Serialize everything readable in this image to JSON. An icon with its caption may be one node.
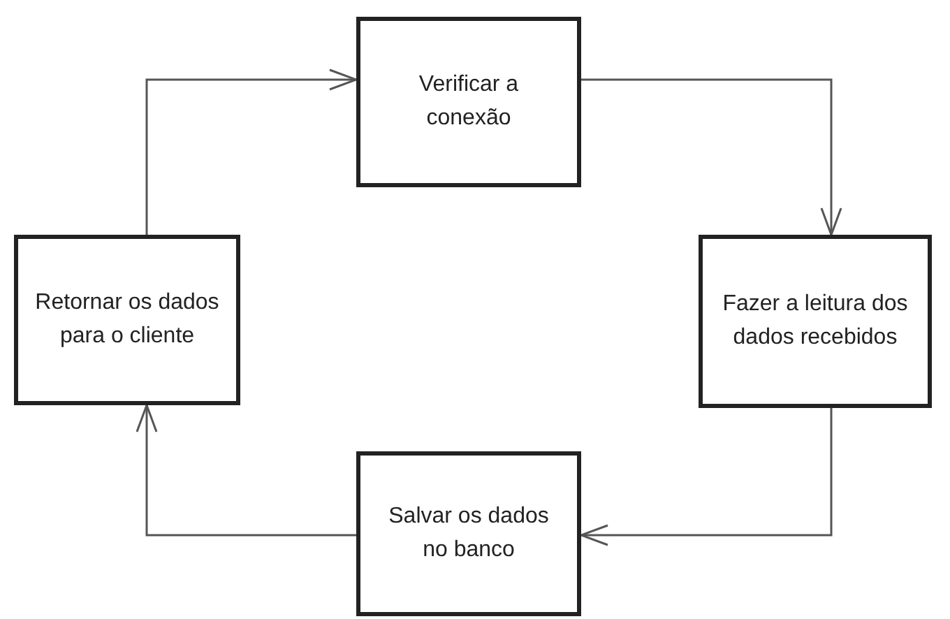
{
  "diagram": {
    "nodes": [
      {
        "text": [
          "Verificar a conexão"
        ]
      },
      {
        "text": [
          "Fazer a leitura dos dados recebidos"
        ]
      },
      {
        "text": [
          "Salvar os dados no banco"
        ]
      },
      {
        "text": [
          "Retornar os dados para o cliente"
        ]
      }
    ],
    "edges": [
      {
        "from": 0,
        "to": 1,
        "arrow": "to"
      },
      {
        "from": 1,
        "to": 2,
        "arrow": "to"
      },
      {
        "from": 2,
        "to": 3,
        "arrow": "to"
      },
      {
        "from": 3,
        "to": 0,
        "arrow": "to"
      }
    ]
  }
}
